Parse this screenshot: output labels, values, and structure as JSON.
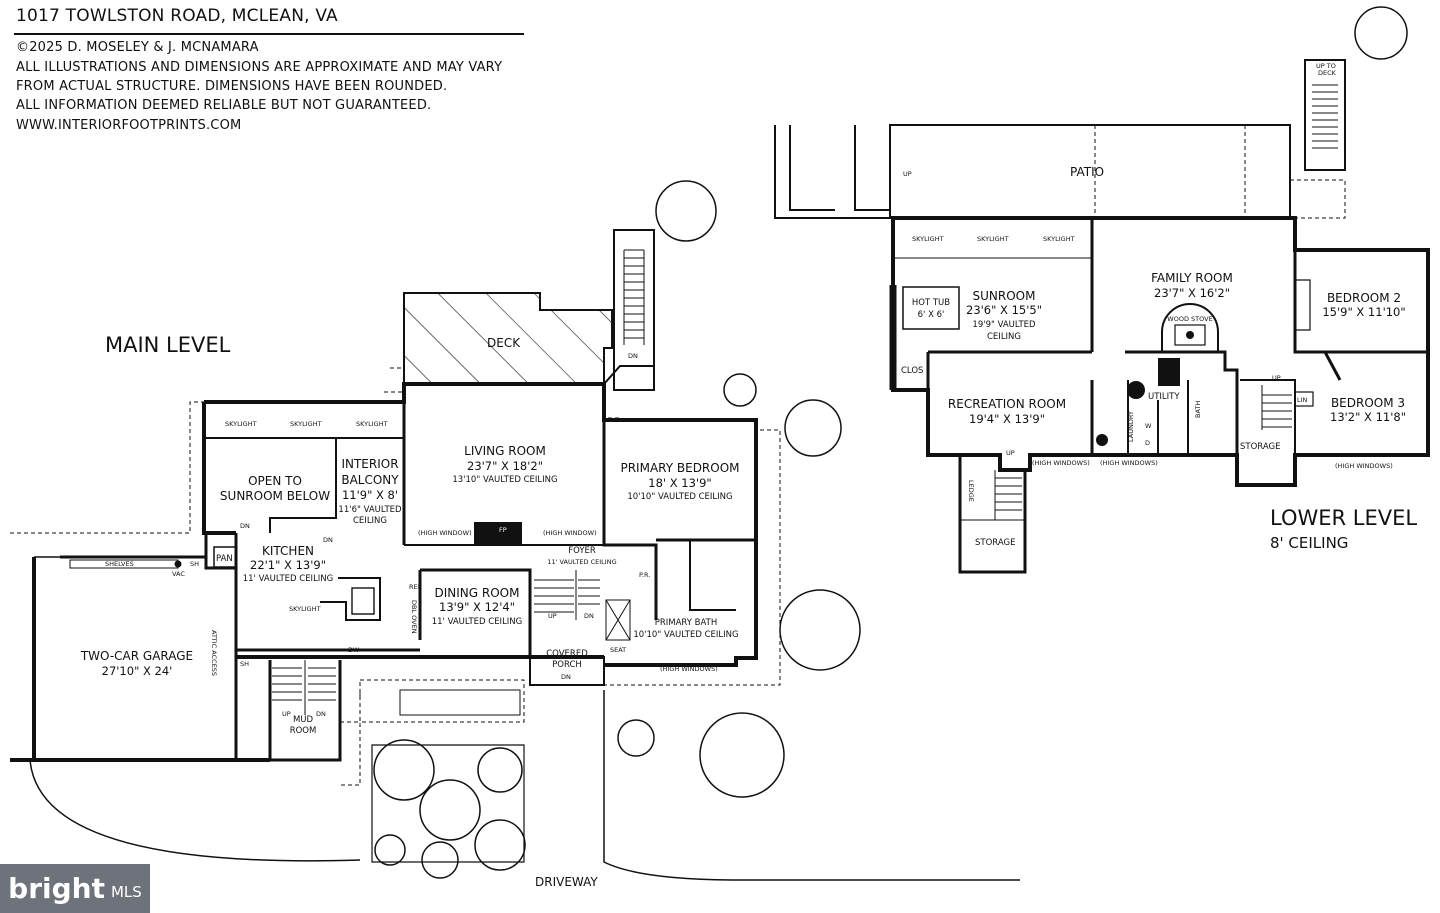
{
  "header": {
    "title": "1017 TOWLSTON ROAD, MCLEAN, VA",
    "copyright": "©2025 D. MOSELEY & J. MCNAMARA",
    "disclaimer_1": "ALL ILLUSTRATIONS AND DIMENSIONS ARE APPROXIMATE AND MAY VARY",
    "disclaimer_2": "FROM ACTUAL STRUCTURE. DIMENSIONS HAVE BEEN ROUNDED.",
    "disclaimer_3": "ALL INFORMATION DEEMED RELIABLE BUT NOT GUARANTEED.",
    "website": "WWW.INTERIORFOOTPRINTS.COM"
  },
  "main_level": {
    "label": "MAIN LEVEL",
    "deck": "DECK",
    "dn": "DN",
    "living_room": {
      "name": "LIVING ROOM",
      "dims": "23'7\" X 18'2\"",
      "note": "13'10\" VAULTED CEILING"
    },
    "primary_bedroom": {
      "name": "PRIMARY BEDROOM",
      "dims": "18' X 13'9\"",
      "note": "10'10\" VAULTED CEILING"
    },
    "interior_balcony": {
      "name_1": "INTERIOR",
      "name_2": "BALCONY",
      "dims": "11'9\" X 8'",
      "note_1": "11'6\" VAULTED",
      "note_2": "CEILING"
    },
    "open_sunroom": {
      "line_1": "OPEN TO",
      "line_2": "SUNROOM BELOW"
    },
    "skylight": "SKYLIGHT",
    "kitchen": {
      "name": "KITCHEN",
      "dims": "22'1\" X 13'9\"",
      "note": "11' VAULTED CEILING"
    },
    "dining_room": {
      "name": "DINING ROOM",
      "dims": "13'9\" X 12'4\"",
      "note": "11' VAULTED CEILING"
    },
    "foyer": {
      "name": "FOYER",
      "note": "11' VAULTED CEILING"
    },
    "primary_bath": {
      "name": "PRIMARY BATH",
      "note": "10'10\" VAULTED CEILING"
    },
    "garage": {
      "name": "TWO-CAR GARAGE",
      "dims": "27'10\" X 24'"
    },
    "mud_room": {
      "line_1": "MUD",
      "line_2": "ROOM"
    },
    "covered_porch": {
      "line_1": "COVERED",
      "line_2": "PORCH"
    },
    "pan": "PAN",
    "pr": "P.R.",
    "fp": "FP",
    "high_window": "(HIGH WINDOW)",
    "high_windows": "(HIGH WINDOWS)",
    "shelves": "SHELVES",
    "vac": "VAC",
    "sh": "SH",
    "ref": "REF",
    "dbl_oven": "DBL OVEN",
    "attic_access": "ATTIC ACCESS",
    "dw": "DW",
    "up": "UP",
    "seat": "SEAT",
    "driveway": "DRIVEWAY"
  },
  "lower_level": {
    "label": "LOWER LEVEL",
    "ceiling": "8' CEILING",
    "patio": "PATIO",
    "up": "UP",
    "up_to_deck_1": "UP TO",
    "up_to_deck_2": "DECK",
    "skylight": "SKYLIGHT",
    "sunroom": {
      "name": "SUNROOM",
      "dims": "23'6\" X 15'5\"",
      "note_1": "19'9\" VAULTED",
      "note_2": "CEILING"
    },
    "hot_tub": {
      "name": "HOT TUB",
      "dims": "6' X 6'"
    },
    "family_room": {
      "name": "FAMILY ROOM",
      "dims": "23'7\" X 16'2\""
    },
    "wood_stove": "WOOD STOVE",
    "bedroom_2": {
      "name": "BEDROOM 2",
      "dims": "15'9\" X 11'10\""
    },
    "bedroom_3": {
      "name": "BEDROOM 3",
      "dims": "13'2\" X 11'8\""
    },
    "recreation_room": {
      "name": "RECREATION ROOM",
      "dims": "19'4\" X 13'9\""
    },
    "clos": "CLOS",
    "utility": "UTILITY",
    "laundry": "LAUNDRY",
    "bath": "BATH",
    "storage": "STORAGE",
    "lin": "LIN",
    "ledge": "LEDGE",
    "w": "W",
    "d": "D",
    "high_windows": "(HIGH WINDOWS)"
  },
  "watermark": {
    "brand": "bright",
    "suffix": "MLS"
  },
  "colors": {
    "line": "#111111",
    "background": "#ffffff",
    "watermark_bg": "#555a63"
  }
}
